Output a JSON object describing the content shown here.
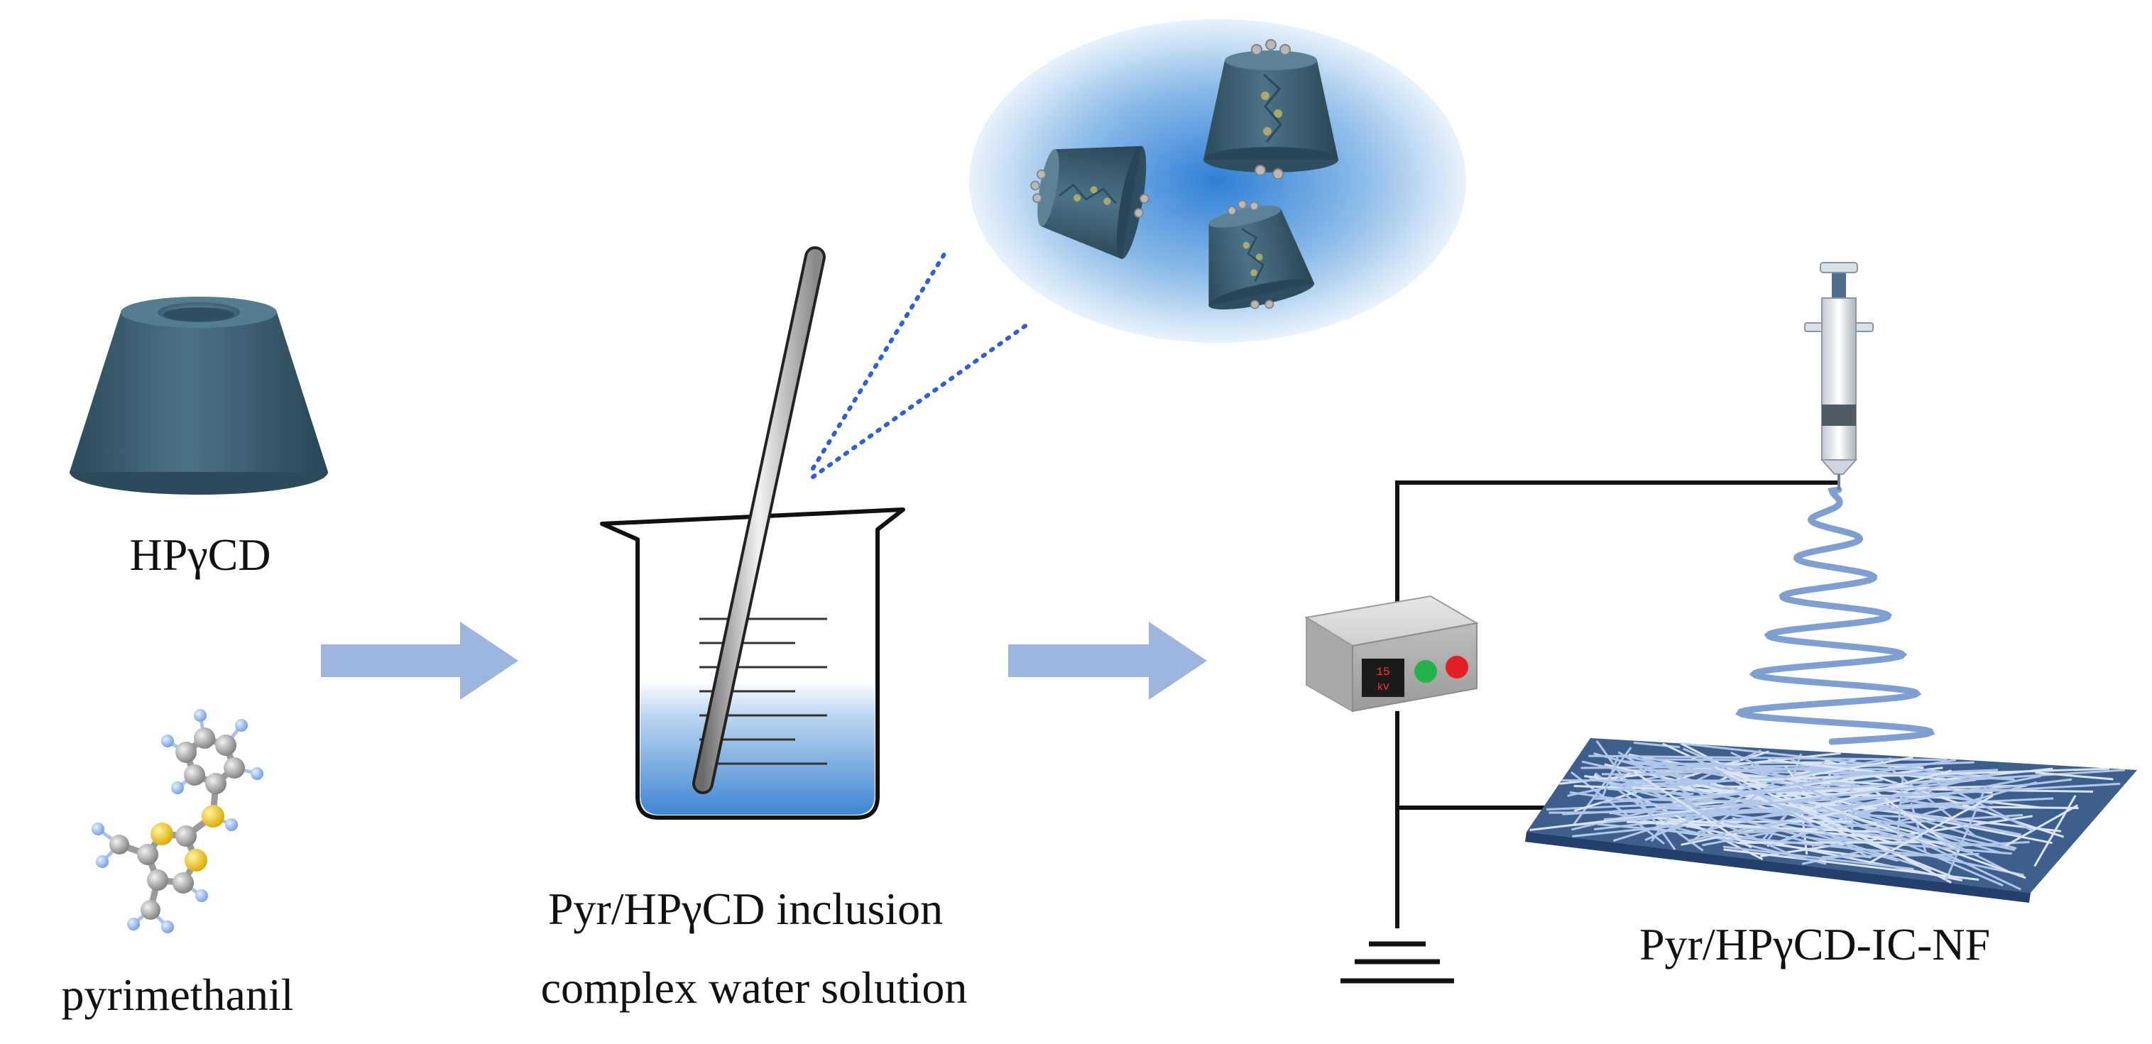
{
  "labels": {
    "host": "HPγCD",
    "guest": "pyrimethanil",
    "solution_line1": "Pyr/HPγCD inclusion",
    "solution_line2": "complex  water solution",
    "product": "Pyr/HPγCD-IC-NF"
  },
  "power_supply_display": {
    "top": "15",
    "bottom": "kV"
  },
  "colors": {
    "cyclodextrin": "#3e6578",
    "arrow": "#9db4dc",
    "solution": "#4f8fd6",
    "fiber": "#8fb0dc",
    "circuit": "#111111",
    "led_green": "#25b24a",
    "led_red": "#e31e24"
  }
}
